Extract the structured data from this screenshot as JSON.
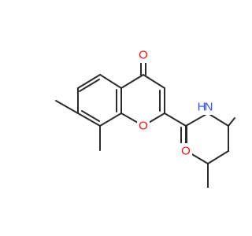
{
  "molecule": {
    "atoms": {
      "ring_oxygen": {
        "symbol": "O",
        "color": "#ff0d0d"
      },
      "carbonyl_oxygen_ketone": {
        "symbol": "O",
        "color": "#ff0d0d"
      },
      "carbonyl_oxygen_amide": {
        "symbol": "O",
        "color": "#ff0d0d"
      },
      "amide_nitrogen": {
        "symbol": "N",
        "color": "#3050f8"
      },
      "amide_hydrogen": {
        "symbol": "H",
        "color": "#3050f8"
      }
    },
    "bond_color": "#2b2b2b"
  }
}
